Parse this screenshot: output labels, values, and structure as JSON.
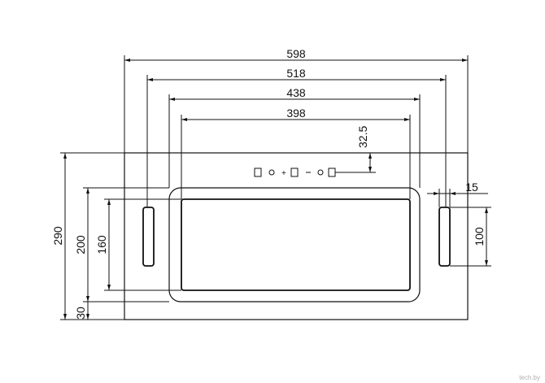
{
  "dimensions": {
    "d598": "598",
    "d518": "518",
    "d438": "438",
    "d398": "398",
    "d32_5": "32.5",
    "d290": "290",
    "d200": "200",
    "d160": "160",
    "d30": "30",
    "d15": "15",
    "d100": "100"
  },
  "watermark": "tech.by"
}
